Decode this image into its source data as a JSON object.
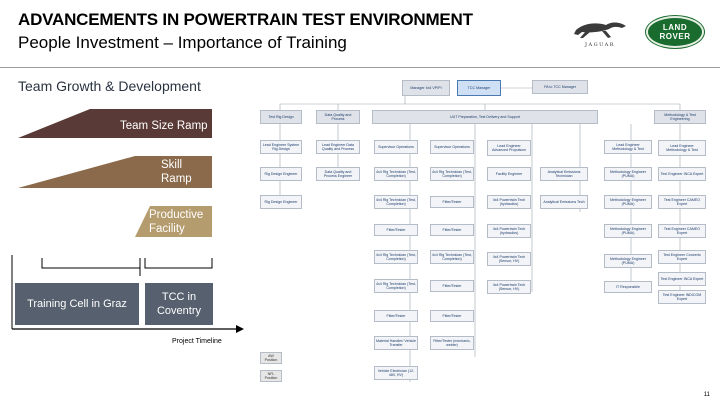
{
  "header": {
    "title": "ADVANCEMENTS IN POWERTRAIN TEST ENVIRONMENT",
    "subtitle": "People Investment – Importance of Training"
  },
  "logos": {
    "jaguar_text": "JAGUAR",
    "landrover_line1": "LAND",
    "landrover_line2": "ROVER"
  },
  "section_title": "Team Growth & Development",
  "ramps": {
    "team_size": "Team Size Ramp",
    "skill": [
      "Skill",
      "Ramp"
    ],
    "productive": [
      "Productive",
      "Facility"
    ]
  },
  "phases": {
    "graz": "Training Cell in Graz",
    "coventry": [
      "TCC in",
      "Coventry"
    ]
  },
  "timeline_label": "Project Timeline",
  "colors": {
    "team_ramp": "#5a3a36",
    "skill_ramp": "#8a6a4a",
    "productive_ramp": "#b59c6e",
    "phase_box": "#56606e",
    "landrover": "#1a6b2e"
  },
  "org_chart": {
    "manager": "Manager 4x4 VP/PI",
    "tcc_manager": "TCC Manager",
    "pa": "PA to TCC Manager",
    "groups": {
      "rig_design": "Test Rig Design",
      "data_quality": "Data Quality and Process",
      "uuts": "UUT Preparation, Test Delivery and Support",
      "methodology": "Methodology & Test Engineering"
    },
    "rig_design_col": [
      "Lead Engineer System Rig Design",
      "Rig Design Engineer",
      "Rig Design Engineer"
    ],
    "data_col": [
      "Lead Engineer Data Quality and Process",
      "Data Quality and Process Engineer"
    ],
    "supervisor_a_col": [
      "Supervisor Operations",
      "4x4 Rig Technician (Test, Completion)",
      "4x4 Rig Technician (Test, Completion)",
      "Fitter/Tester",
      "4x4 Rig Technician (Test, Completion)",
      "4x4 Rig Technician (Test, Completion)",
      "Fitter/Tester",
      "Material Handler/ Vehicle Transfer",
      "Vehicle Electrician (12-48V, HV)"
    ],
    "supervisor_b_col": [
      "Supervisor Operations",
      "4x4 Rig Technician (Test, Completion)",
      "Fitter/Tester",
      "Fitter/Tester",
      "4x4 Rig Technician (Test, Completion)",
      "Fitter/Tester",
      "Fitter/Tester",
      "Fitter/Tester (mechanic, welder)"
    ],
    "propulsion_col": [
      "Lead Engineer Advanced Propulsion",
      "Facility Engineer",
      "4x4 Powertrain Tech (hydraulics)",
      "4x4 Powertrain Tech (hydraulics)",
      "4x4 Powertrain Tech (Sensor, HV)",
      "4x4 Powertrain Tech (Sensor, HV)"
    ],
    "emissions_col": [
      "Analytical Emissions Technician",
      "Analytical Emissions Tech"
    ],
    "method_col": [
      "Lead Engineer Methodology & Test",
      "Methodology Engineer (PUMA)",
      "Methodology Engineer (PUMA)",
      "Methodology Engineer (PUMA)",
      "Methodology Engineer (PUMA)",
      "IT Responsible"
    ],
    "test_eng_col": [
      "Lead Engineer Methodology & Test",
      "Test Engineer INCA Expert",
      "Test Engineer CAMEO Expert",
      "Test Engineer CAMEO Expert",
      "Test Engineer Concerto Expert",
      "Test Engineer INCA Expert",
      "Test Engineer INDICOM Expert"
    ],
    "legend": [
      "AW Position",
      "NFL Position"
    ]
  },
  "page_number": "11"
}
